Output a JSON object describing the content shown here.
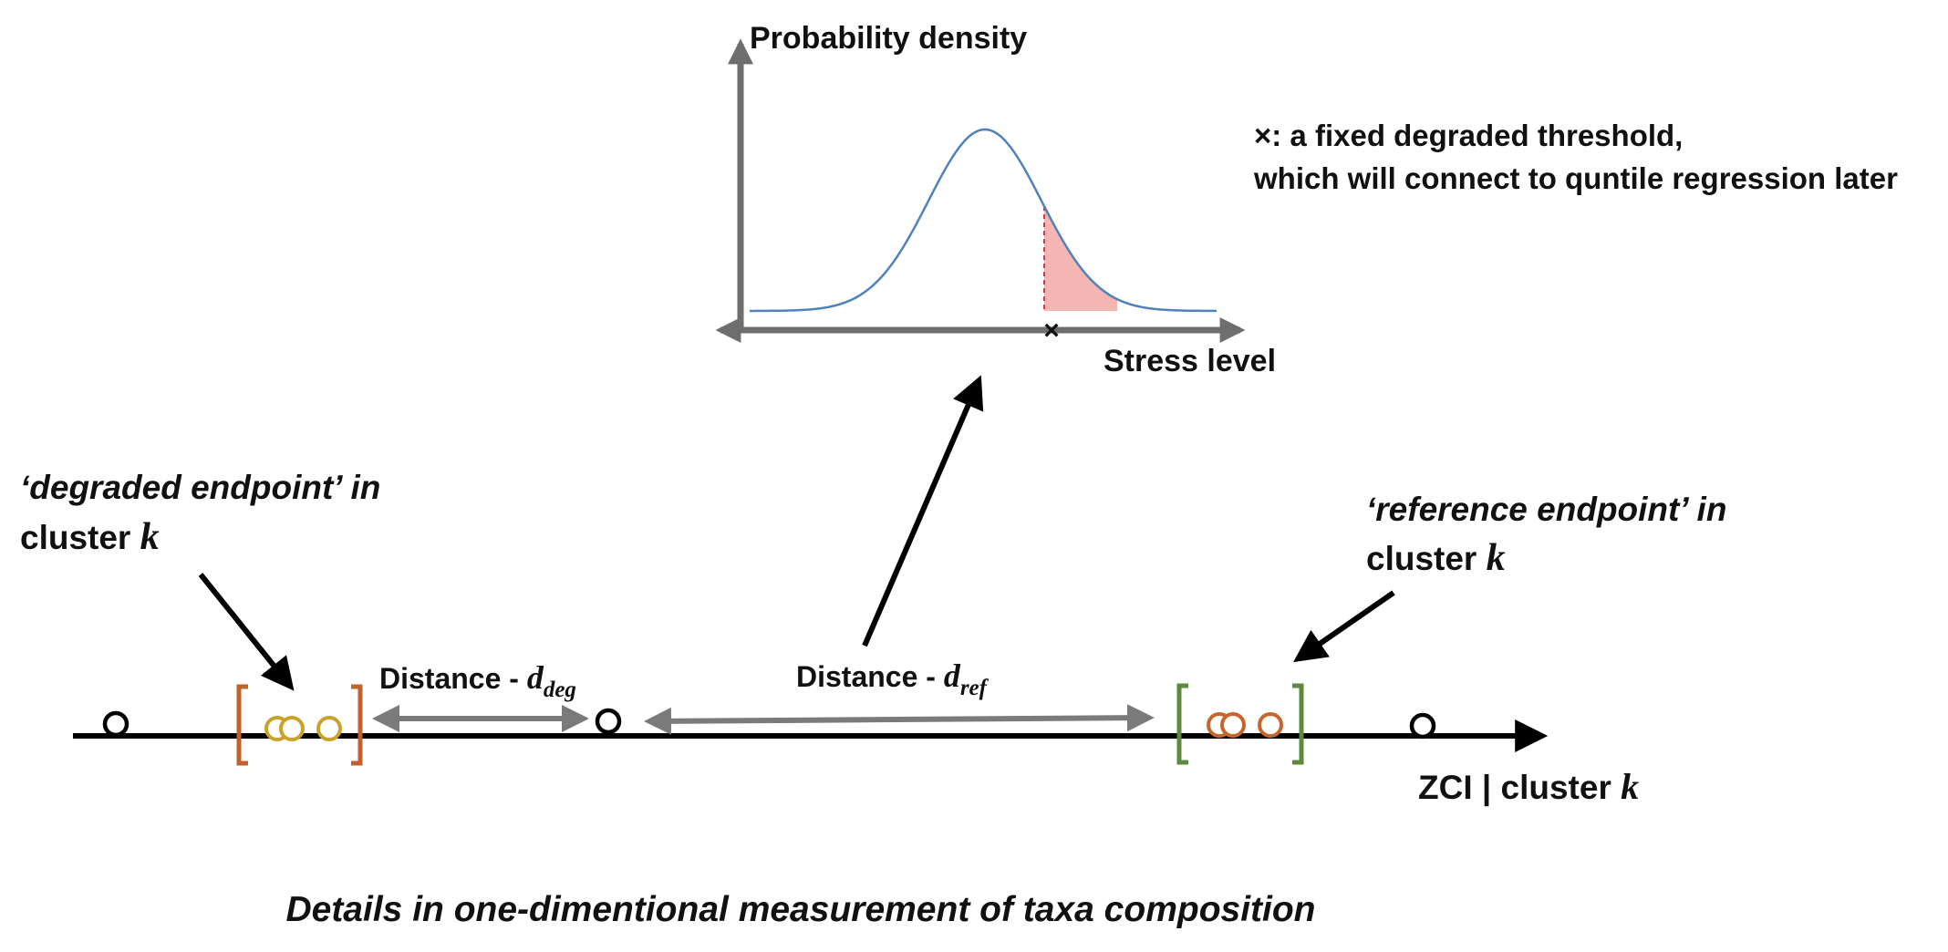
{
  "density_plot": {
    "y_axis_label": "Probability density",
    "x_axis_label": "Stress level",
    "threshold_marker": "×",
    "note_line1": "×: a fixed degraded threshold,",
    "note_line2": "which will connect to quntile regression later"
  },
  "degraded_endpoint": {
    "label_line1": "‘degraded endpoint’ in",
    "label_line2_prefix": "cluster ",
    "label_line2_var": "k"
  },
  "reference_endpoint": {
    "label_line1": "‘reference endpoint’ in",
    "label_line2_prefix": "cluster ",
    "label_line2_var": "k"
  },
  "distance_deg": {
    "prefix": "Distance - ",
    "var": "d",
    "sub": "deg"
  },
  "distance_ref": {
    "prefix": "Distance - ",
    "var": "d",
    "sub": "ref"
  },
  "zci_axis": {
    "label_prefix": "ZCI | cluster ",
    "label_var": "k"
  },
  "caption": "Details in one-dimentional measurement of taxa composition",
  "colors": {
    "degraded_bracket": "#c0622a",
    "degraded_circles": "#c9a227",
    "reference_bracket": "#5b8a3a",
    "reference_circles": "#c8652c",
    "curve": "#4f81bd",
    "tail_fill": "#f4b6b2",
    "tail_line": "#d23a3a",
    "plot_axes": "#6e6e6e",
    "distance_arrows": "#7a7a7a"
  }
}
